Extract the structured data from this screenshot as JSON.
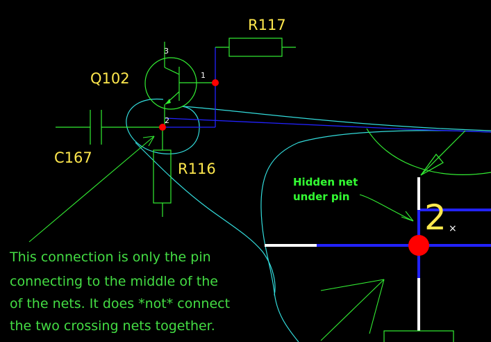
{
  "schematic": {
    "refs": {
      "r117": "R117",
      "q102": "Q102",
      "c167": "C167",
      "r116": "R116"
    },
    "pin_numbers": {
      "q_pin3": "3",
      "q_pin1": "1",
      "q_pin2": "2"
    }
  },
  "zoom_detail": {
    "pin_number": "2",
    "pin_marker": "×",
    "hidden_net_label": [
      "Hidden net",
      "under pin"
    ]
  },
  "note": {
    "lines": [
      "This connection is only the pin",
      "connecting to the middle of the",
      "of the nets.  It does *not* connect",
      "the two crossing nets together."
    ]
  },
  "colors": {
    "background": "#000000",
    "component": "#33ee33",
    "wire": "#2222ff",
    "junction": "#ff0000",
    "outline": "#33dddd",
    "ref_text": "#ffe84d",
    "pin_stub": "#ffffff"
  }
}
